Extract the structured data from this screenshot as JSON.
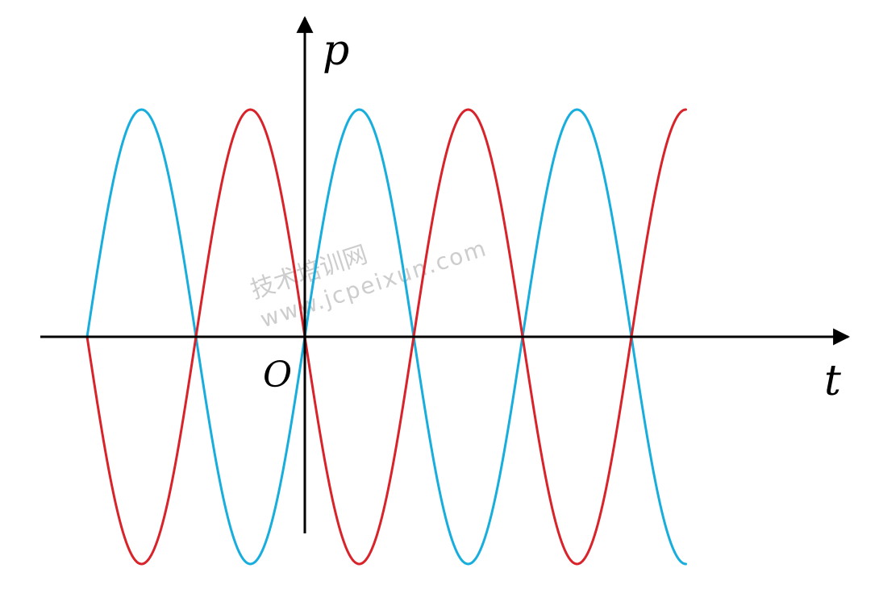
{
  "chart_data": {
    "type": "line",
    "xlabel": "t",
    "ylabel": "p",
    "origin_label": "O",
    "x_range": [
      -1,
      1.75
    ],
    "y_range": [
      -1,
      1
    ],
    "grid": false,
    "legend": "none",
    "series": [
      {
        "color": "#17AEDD",
        "function": "sin(2πt)",
        "x_start": -1,
        "x_end": 1.75
      },
      {
        "color": "#D9232A",
        "function": "-sin(2πt)",
        "x_start": -1,
        "x_end": 1.75
      }
    ]
  },
  "watermark": {
    "line1": "技术培训网",
    "line2": "www.jcpeixun.com"
  }
}
